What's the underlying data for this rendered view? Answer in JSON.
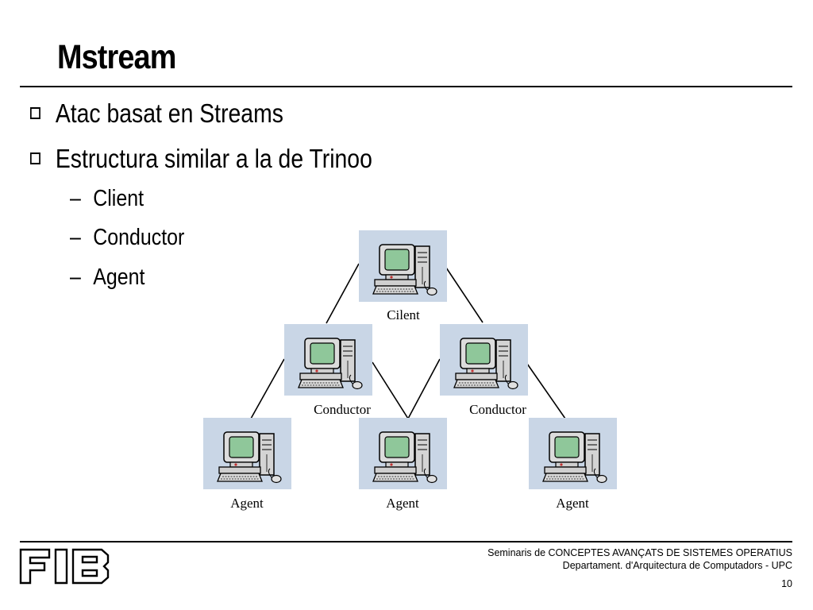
{
  "slide": {
    "title": "Mstream",
    "bullets": [
      "Atac basat en Streams",
      "Estructura similar a la de Trinoo"
    ],
    "sub_bullets": [
      "Client",
      "Conductor",
      "Agent"
    ],
    "sub_bullet_marker": "–"
  },
  "diagram": {
    "top": "Cilent",
    "middle": [
      "Conductor",
      "Conductor"
    ],
    "bottom": [
      "Agent",
      "Agent",
      "Agent"
    ],
    "colors": {
      "frame": "#c9d6e6",
      "screen": "#8fc79a",
      "case": "#d7d7d7"
    }
  },
  "footer": {
    "logo": "FIB",
    "line1": "Seminaris de CONCEPTES AVANÇATS DE SISTEMES OPERATIUS",
    "line2": "Departament.  d'Arquitectura de Computadors - UPC",
    "page_number": "10"
  }
}
